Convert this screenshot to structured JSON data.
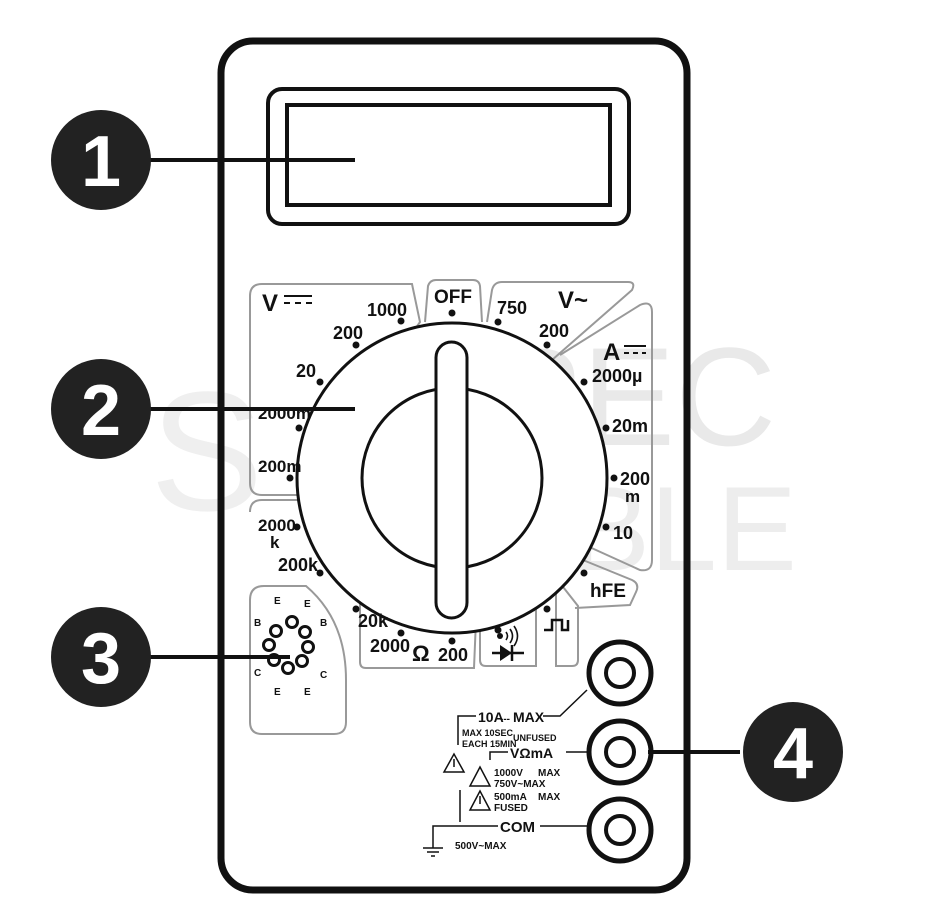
{
  "watermark": {
    "line1": "SPEC",
    "line2": "KABLE",
    "logo": "S"
  },
  "callouts": [
    {
      "number": "1",
      "target": "lcd-display"
    },
    {
      "number": "2",
      "target": "rotary-selector"
    },
    {
      "number": "3",
      "target": "hfe-socket"
    },
    {
      "number": "4",
      "target": "input-jacks"
    }
  ],
  "dial": {
    "off": "OFF",
    "dcv_title": "V",
    "dcv": [
      "1000",
      "200",
      "20",
      "2000m",
      "200m"
    ],
    "acv_title": "V~",
    "acv": [
      "750",
      "200"
    ],
    "dca_title": "A",
    "dca": [
      "2000µ",
      "20m",
      "200",
      "m",
      "10"
    ],
    "hfe": "hFE",
    "ohm_symbol": "Ω",
    "ohm": [
      "200",
      "2000",
      "20k",
      "200k",
      "2000",
      "k"
    ]
  },
  "socket_pins": [
    "E",
    "E",
    "B",
    "B",
    "C",
    "C",
    "E",
    "E"
  ],
  "jacks": {
    "ten_amp": {
      "label": "10A",
      "dc_sym": "---",
      "max": "MAX",
      "note1": "MAX 10SEC",
      "note2": "EACH 15MIN",
      "note3": "UNFUSED"
    },
    "vomA": {
      "label": "VΩmA",
      "w1": "1000V",
      "w1b": "MAX",
      "w2": "750V~MAX",
      "w3": "500mA",
      "w3b": "MAX",
      "w4": "FUSED"
    },
    "com": {
      "label": "COM",
      "note": "500V~MAX"
    }
  }
}
